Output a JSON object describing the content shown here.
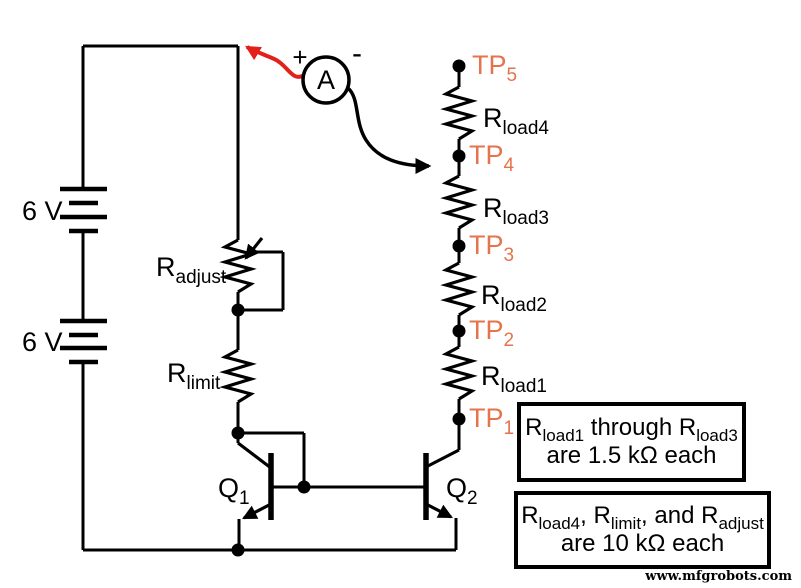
{
  "colors": {
    "wire": "#000000",
    "lead_red": "#e2211c",
    "tp_label_orange": "#e5734c",
    "background": "#ffffff"
  },
  "power": {
    "battery_top_label": "6 V",
    "battery_bottom_label": "6 V"
  },
  "ammeter": {
    "letter": "A",
    "plus": "+",
    "minus": "-"
  },
  "resistors": {
    "adjust": {
      "name": "R",
      "sub": "adjust"
    },
    "limit": {
      "name": "R",
      "sub": "limit"
    },
    "load1": {
      "name": "R",
      "sub": "load1"
    },
    "load2": {
      "name": "R",
      "sub": "load2"
    },
    "load3": {
      "name": "R",
      "sub": "load3"
    },
    "load4": {
      "name": "R",
      "sub": "load4"
    }
  },
  "test_points": {
    "tp1": {
      "name": "TP",
      "sub": "1"
    },
    "tp2": {
      "name": "TP",
      "sub": "2"
    },
    "tp3": {
      "name": "TP",
      "sub": "3"
    },
    "tp4": {
      "name": "TP",
      "sub": "4"
    },
    "tp5": {
      "name": "TP",
      "sub": "5"
    }
  },
  "transistors": {
    "q1": {
      "name": "Q",
      "sub": "1"
    },
    "q2": {
      "name": "Q",
      "sub": "2"
    }
  },
  "notes": {
    "box1": {
      "r1": "R",
      "r1_sub": "load1",
      "joiner": " through ",
      "r2": "R",
      "r2_sub": "load3",
      "line2": "are 1.5 kΩ each"
    },
    "box2": {
      "r1": "R",
      "r1_sub": "load4",
      "sep1": ", ",
      "r2": "R",
      "r2_sub": "limit",
      "sep2": ", and ",
      "r3": "R",
      "r3_sub": "adjust",
      "line2": "are 10 kΩ each"
    }
  },
  "watermark": "www.mfgrobots.com"
}
